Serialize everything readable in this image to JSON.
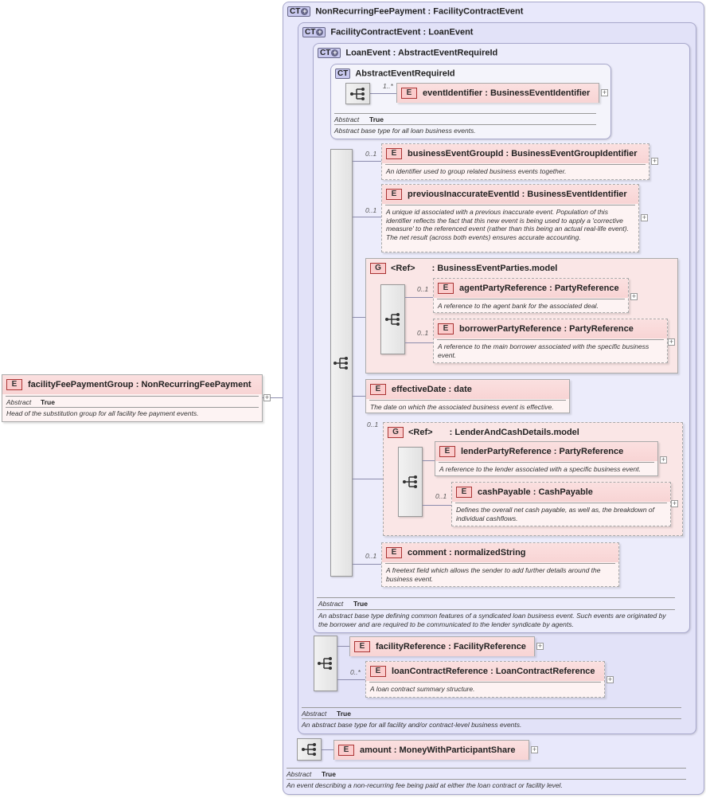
{
  "labels": {
    "abstract": "Abstract",
    "true_value": "True",
    "ct_badge": "CT",
    "element_badge": "E",
    "group_badge": "G",
    "ref": "<Ref>",
    "expand_symbol": "+"
  },
  "root_element": {
    "name": "facilityFeePaymentGroup",
    "type": "NonRecurringFeePayment",
    "doc": "Head of the substitution group for all facility fee payment events."
  },
  "types": {
    "non_recurring": {
      "title": "NonRecurringFeePayment",
      "base": "FacilityContractEvent",
      "doc": "An event describing a non-recurring fee being paid at either the loan contract or facility level."
    },
    "facility_contract": {
      "title": "FacilityContractEvent",
      "base": "LoanEvent",
      "doc": "An abstract base type for all facility and/or contract-level business events."
    },
    "loan_event": {
      "title": "LoanEvent",
      "base": "AbstractEventRequireId",
      "doc": "An abstract base type defining common features of a syndicated loan business event. Such events are originated by the borrower and are required to be communicated to the lender syndicate by agents."
    },
    "abstract_event": {
      "title": "AbstractEventRequireId",
      "doc": "Abstract base type for all loan business events."
    }
  },
  "elements": {
    "event_identifier": {
      "name": "eventIdentifier",
      "type": "BusinessEventIdentifier",
      "card": "1..*"
    },
    "business_event_group_id": {
      "name": "businessEventGroupId",
      "type": "BusinessEventGroupIdentifier",
      "card": "0..1",
      "doc": "An identifier used to group related business events together."
    },
    "previous_inaccurate_event_id": {
      "name": "previousInaccurateEventId",
      "type": "BusinessEventIdentifier",
      "card": "0..1",
      "doc": "A unique id associated with a previous inaccurate event. Population of this identifier reflects the fact that this new event is being used to apply a 'corrective measure' to the referenced event (rather than this being an actual real-life event). The net result (across both events) ensures accurate accounting."
    },
    "agent_party_reference": {
      "name": "agentPartyReference",
      "type": "PartyReference",
      "card": "0..1",
      "doc": "A reference to the agent bank for the associated deal."
    },
    "borrower_party_reference": {
      "name": "borrowerPartyReference",
      "type": "PartyReference",
      "card": "0..1",
      "doc": "A reference to the main borrower associated with the specific business event."
    },
    "effective_date": {
      "name": "effectiveDate",
      "type": "date",
      "doc": "The date on which the associated business event is effective."
    },
    "lender_party_reference": {
      "name": "lenderPartyReference",
      "type": "PartyReference",
      "doc": "A reference to the lender associated with a specific business event."
    },
    "cash_payable": {
      "name": "cashPayable",
      "type": "CashPayable",
      "card": "0..1",
      "doc": "Defines the overall net cash payable, as well as, the breakdown of individual cashflows."
    },
    "comment": {
      "name": "comment",
      "type": "normalizedString",
      "card": "0..1",
      "doc": "A freetext field which allows the sender to add further details around the business event."
    },
    "facility_reference": {
      "name": "facilityReference",
      "type": "FacilityReference"
    },
    "loan_contract_reference": {
      "name": "loanContractReference",
      "type": "LoanContractReference",
      "card": "0..*",
      "doc": "A loan contract summary structure."
    },
    "amount": {
      "name": "amount",
      "type": "MoneyWithParticipantShare"
    }
  },
  "groups": {
    "business_event_parties": {
      "name": "BusinessEventParties.model"
    },
    "lender_and_cash": {
      "name": "LenderAndCashDetails.model",
      "card": "0..1"
    }
  }
}
